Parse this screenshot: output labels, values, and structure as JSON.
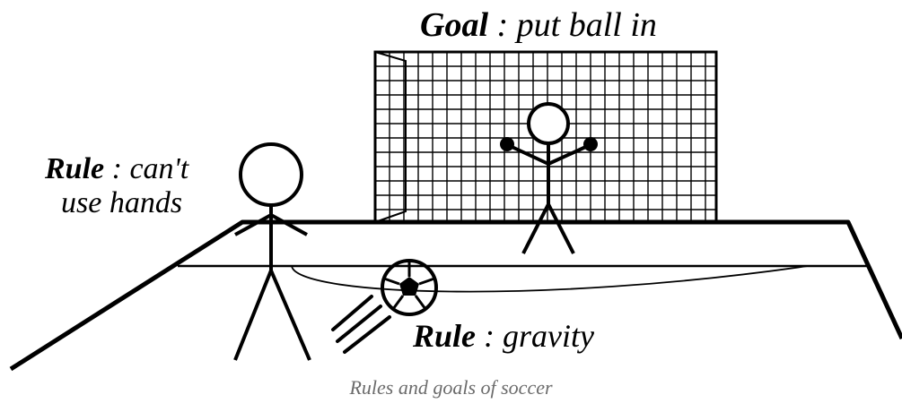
{
  "labels": {
    "goal": {
      "key": "Goal",
      "text": " : put ball in"
    },
    "rule_hands": {
      "key": "Rule",
      "text_line1": " : can't",
      "text_line2": "use hands"
    },
    "rule_gravity": {
      "key": "Rule",
      "text": " : gravity"
    }
  },
  "caption": "Rules and goals of soccer",
  "colors": {
    "ink": "#000000",
    "caption": "#6b6b6b",
    "background": "#ffffff"
  }
}
